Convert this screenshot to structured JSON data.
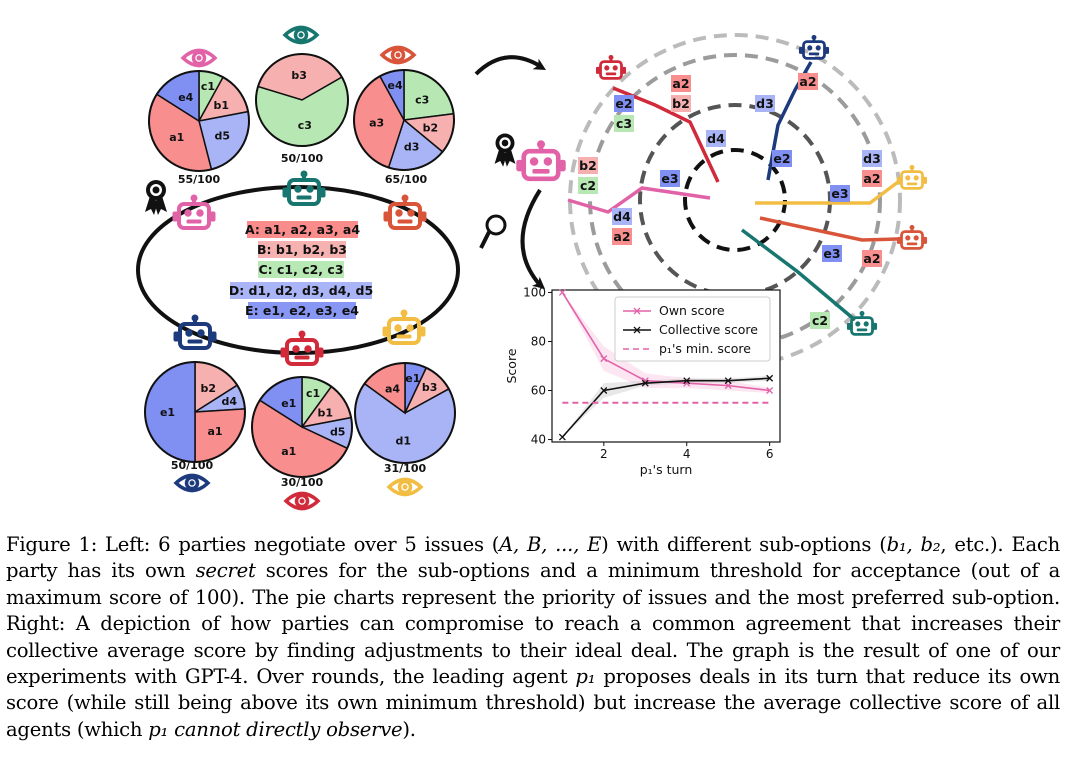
{
  "issues_box": {
    "lines": [
      "A: a1, a2, a3, a4",
      "B: b1, b2, b3",
      "C: c1, c2, c3",
      "D: d1, d2, d3, d4, d5",
      "E: e1, e2, e3, e4"
    ],
    "colors": [
      "#fb8c8c",
      "#f6b1b1",
      "#b8e8b4",
      "#aab5f8",
      "#8797f3"
    ]
  },
  "parties": [
    {
      "score": "55/100",
      "slices": [
        {
          "label": "c1",
          "pct": 8,
          "color": "#b7e8b3"
        },
        {
          "label": "b1",
          "pct": 14,
          "color": "#f7b0b0"
        },
        {
          "label": "d5",
          "pct": 24,
          "color": "#a9b4f6"
        },
        {
          "label": "a1",
          "pct": 38,
          "color": "#f88e8e"
        },
        {
          "label": "e4",
          "pct": 16,
          "color": "#7f8ff2"
        }
      ]
    },
    {
      "score": "50/100",
      "slices": [
        {
          "label": "b3",
          "pct": 37,
          "color": "#f7b0b0"
        },
        {
          "label": "c3",
          "pct": 63,
          "color": "#b7e8b3"
        }
      ]
    },
    {
      "score": "65/100",
      "slices": [
        {
          "label": "c3",
          "pct": 23,
          "color": "#b7e8b3"
        },
        {
          "label": "b2",
          "pct": 13,
          "color": "#f7b0b0"
        },
        {
          "label": "d3",
          "pct": 19,
          "color": "#a9b4f6"
        },
        {
          "label": "a3",
          "pct": 37,
          "color": "#f88e8e"
        },
        {
          "label": "e4",
          "pct": 8,
          "color": "#7f8ff2"
        }
      ]
    },
    {
      "score": "50/100",
      "slices": [
        {
          "label": "b2",
          "pct": 16,
          "color": "#f7b0b0"
        },
        {
          "label": "d4",
          "pct": 8,
          "color": "#a9b4f6"
        },
        {
          "label": "a1",
          "pct": 26,
          "color": "#f88e8e"
        },
        {
          "label": "e1",
          "pct": 50,
          "color": "#7f8ff2"
        }
      ]
    },
    {
      "score": "30/100",
      "slices": [
        {
          "label": "c1",
          "pct": 10,
          "color": "#b7e8b3"
        },
        {
          "label": "b1",
          "pct": 12,
          "color": "#f7b0b0"
        },
        {
          "label": "d5",
          "pct": 10,
          "color": "#a9b4f6"
        },
        {
          "label": "a1",
          "pct": 52,
          "color": "#f88e8e"
        },
        {
          "label": "e1",
          "pct": 16,
          "color": "#7f8ff2"
        }
      ]
    },
    {
      "score": "31/100",
      "slices": [
        {
          "label": "e1",
          "pct": 7,
          "color": "#7f8ff2"
        },
        {
          "label": "b3",
          "pct": 10,
          "color": "#f7b0b0"
        },
        {
          "label": "d1",
          "pct": 68,
          "color": "#a9b4f6"
        },
        {
          "label": "a4",
          "pct": 15,
          "color": "#f88e8e"
        }
      ]
    }
  ],
  "radial_tags": [
    "a2",
    "b2",
    "e2",
    "c3",
    "d3",
    "a2",
    "d4",
    "b2",
    "c2",
    "e3",
    "e2",
    "d4",
    "a2",
    "d3",
    "a2",
    "e3",
    "e3",
    "a2",
    "c2"
  ],
  "chart_data": {
    "type": "line",
    "x": [
      1,
      2,
      3,
      4,
      5,
      6
    ],
    "xlabel": "p₁'s turn",
    "ylabel": "Score",
    "ylim": [
      39,
      101
    ],
    "xticks": [
      2,
      4,
      6
    ],
    "yticks": [
      40,
      60,
      80,
      100
    ],
    "series": [
      {
        "name": "Own score",
        "values": [
          100,
          73,
          64,
          63,
          62,
          60
        ],
        "color": "#e262a8",
        "marker": "x"
      },
      {
        "name": "Collective score",
        "values": [
          41,
          60,
          63,
          64,
          64,
          65
        ],
        "color": "#111111",
        "marker": "x"
      },
      {
        "name": "p₁'s min. score",
        "values": [
          55,
          55,
          55,
          55,
          55,
          55
        ],
        "color": "#e262a8",
        "dashed": true
      }
    ]
  },
  "caption": {
    "part1": "Figure 1: Left: 6 parties negotiate over 5 issues (",
    "issues": "A, B, ..., E",
    "part2": ") with different sub-options (",
    "suboptions": "b₁, b₂",
    "part3": ", etc.). Each party has its own ",
    "secret": "secret",
    "part4": " scores for the sub-options and a minimum threshold for acceptance (out of a maximum score of 100). The pie charts represent the priority of issues and the most preferred sub-option. Right: A depiction of how parties can compromise to reach a common agreement that increases their collective average score by finding adjustments to their ideal deal. The graph is the result of one of our experiments with GPT-4. Over rounds, the leading agent ",
    "agent1": "p₁",
    "part5": " proposes deals in its turn that reduce its own score (while still being above its own minimum threshold) but increase the average collective score of all agents (which ",
    "agent2": "p₁",
    "part6": " ",
    "cannot": "cannot directly observe",
    "part7": ")."
  }
}
